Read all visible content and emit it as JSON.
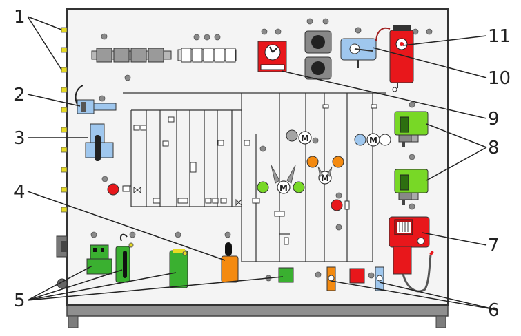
{
  "callouts": [
    "1",
    "2",
    "3",
    "4",
    "5",
    "6",
    "7",
    "8",
    "9",
    "10",
    "11"
  ],
  "colors": {
    "panel": "#f4f4f4",
    "panel_border": "#333333",
    "base": "#8f8f8f",
    "screw": "#8a8a8a",
    "red": "#e8171b",
    "green": "#3ab030",
    "lime": "#78d826",
    "orange": "#f48a10",
    "light_blue": "#9fc7ee",
    "yellow": "#e7da24",
    "wire": "#333333",
    "leader": "#222222"
  },
  "icons": [
    "terminal-block-icon",
    "timer-icon",
    "rotary-switch-icon",
    "motor-icon",
    "pressure-switch-icon",
    "thermostat-icon",
    "indicator-lamp-icon",
    "push-button-icon",
    "reset-button-icon",
    "solenoid-valve-icon"
  ],
  "motor_symbol_letter": "M"
}
